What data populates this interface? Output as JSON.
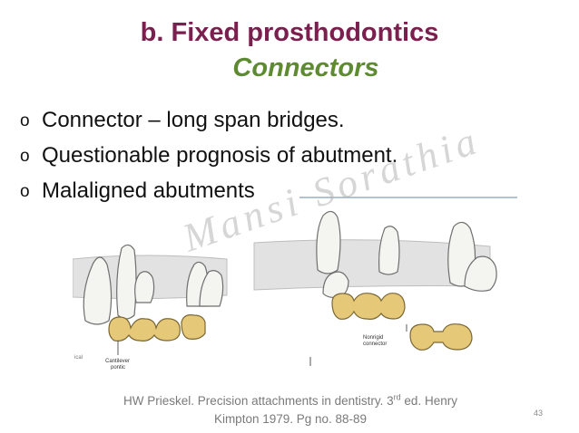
{
  "title": "b. Fixed prosthodontics",
  "subtitle": "Connectors",
  "bullet_marker": "o",
  "bullets": [
    "Connector – long span bridges.",
    "Questionable prognosis of abutment.",
    "Malaligned abutments"
  ],
  "watermark": "Mansi Sorathia",
  "figure_labels": {
    "cut_text": "ical",
    "left": [
      "Cantilever",
      "pontic"
    ],
    "right": [
      "Nonrigid",
      "connector"
    ]
  },
  "citation": {
    "line1_pre": "HW Prieskel. Precision attachments in dentistry. 3",
    "line1_sup": "rd",
    "line1_post": " ed. Henry",
    "line2": "Kimpton 1979. Pg no.  88-89"
  },
  "page_number": "43",
  "colors": {
    "title": "#7b1f4e",
    "subtitle": "#5e8a32",
    "tooth": "#efefec",
    "crown": "#e6c978",
    "gum": "#cfcfcf"
  }
}
